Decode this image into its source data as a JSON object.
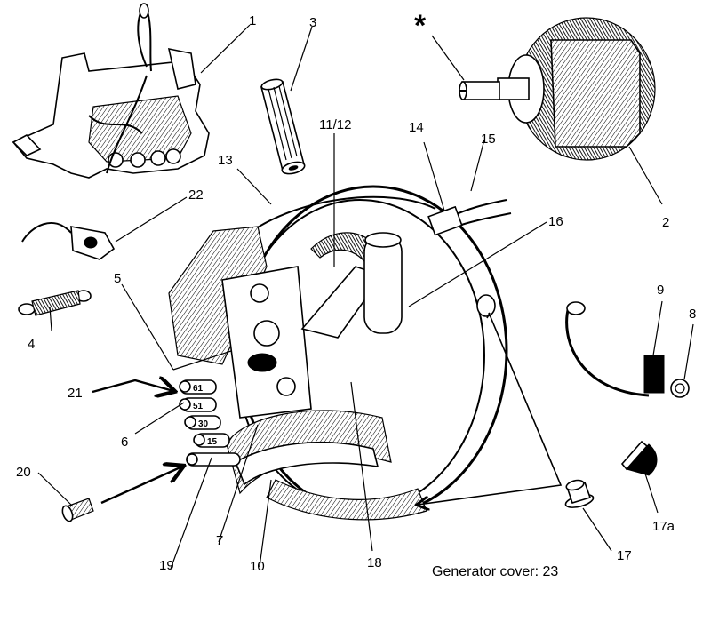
{
  "diagram": {
    "title": "Generator exploded parts diagram",
    "caption": "Generator cover: 23",
    "callouts": {
      "star": "*",
      "c1": "1",
      "c2": "2",
      "c3": "3",
      "c4": "4",
      "c5": "5",
      "c6": "6",
      "c7": "7",
      "c8": "8",
      "c9": "9",
      "c10": "10",
      "c11_12": "11/12",
      "c13": "13",
      "c14": "14",
      "c15": "15",
      "c16": "16",
      "c17": "17",
      "c17a": "17a",
      "c18": "18",
      "c19": "19",
      "c20": "20",
      "c21": "21",
      "c22": "22"
    },
    "terminals": [
      "61",
      "51",
      "30",
      "15"
    ]
  }
}
